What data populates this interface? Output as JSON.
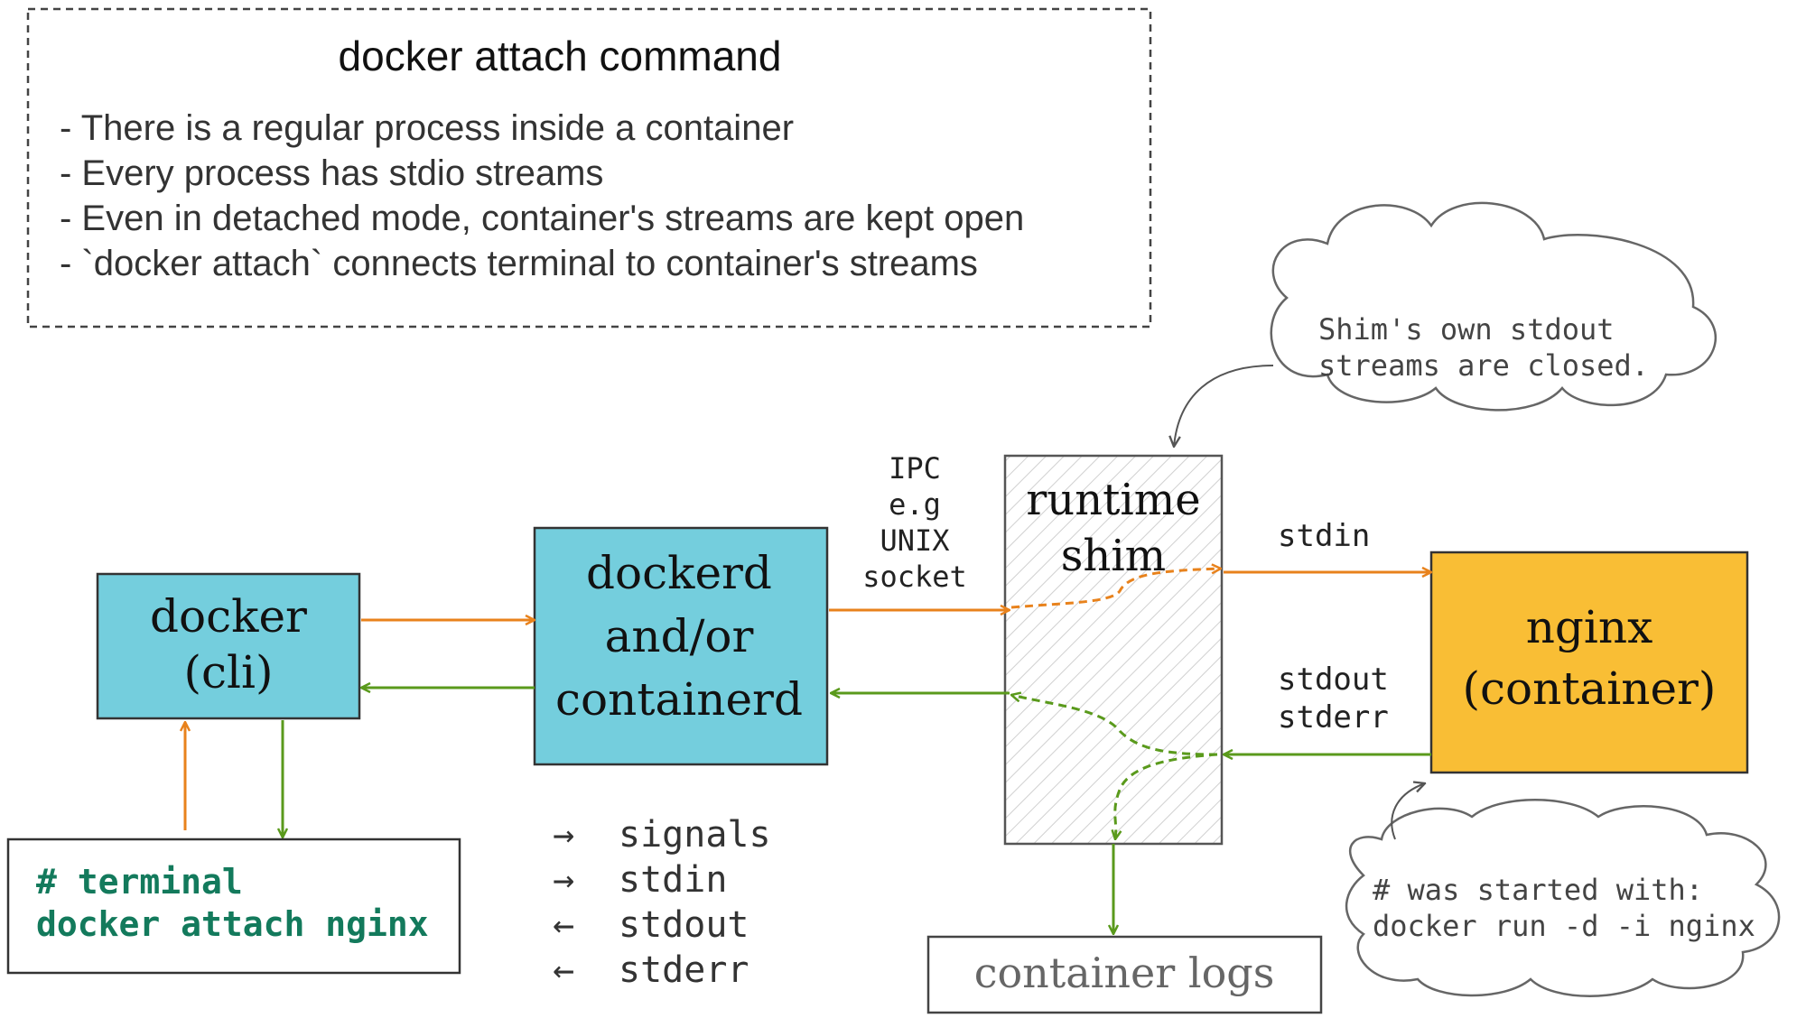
{
  "info_box": {
    "title": "docker attach command",
    "bullets": [
      "- There is a regular process inside a container",
      "- Every process has stdio streams",
      "- Even in detached mode, container's streams are kept open",
      "- `docker attach` connects terminal to container's streams"
    ]
  },
  "docker_cli": {
    "line1": "docker",
    "line2": "(cli)"
  },
  "dockerd": {
    "line1": "dockerd",
    "line2": "and/or",
    "line3": "containerd"
  },
  "ipc_label": [
    "IPC",
    "e.g",
    "UNIX",
    "socket"
  ],
  "shim": {
    "line1": "runtime",
    "line2": "shim"
  },
  "nginx": {
    "line1": "nginx",
    "line2": "(container)"
  },
  "stdin_label": "stdin",
  "stdout_label": "stdout",
  "stderr_label": "stderr",
  "terminal": {
    "line1": "# terminal",
    "line2": "docker attach nginx"
  },
  "legend": [
    {
      "arrow": "→",
      "label": "signals"
    },
    {
      "arrow": "→",
      "label": "stdin"
    },
    {
      "arrow": "←",
      "label": "stdout"
    },
    {
      "arrow": "←",
      "label": "stderr"
    }
  ],
  "container_logs": "container logs",
  "cloud_shim": {
    "line1": "Shim's own stdout",
    "line2": "streams are closed."
  },
  "cloud_nginx": {
    "line1": "# was started with:",
    "line2": "docker run -d -i nginx"
  },
  "colors": {
    "teal_box": "#74cedd",
    "yellow_box": "#f9be35",
    "orange_arrow": "#e8821c",
    "green_arrow": "#5a9a1c",
    "terminal_text": "#137a5c",
    "text_gray": "#333333"
  }
}
